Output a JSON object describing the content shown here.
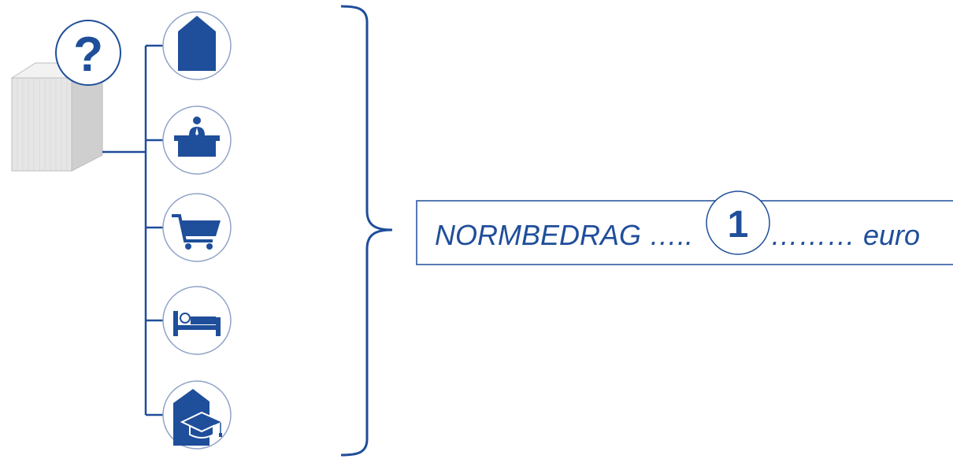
{
  "colors": {
    "primary": "#1F4E9A",
    "circle_border": "#8FA3C8",
    "building_front": "#E6E6E6",
    "building_side": "#C8C8C8",
    "building_top": "#F2F2F2",
    "connector": "#1F4E9A"
  },
  "building": {
    "icon": "building-icon",
    "badge_icon": "question-mark-icon",
    "badge_text": "?"
  },
  "categories": [
    {
      "name": "category-housing",
      "icon": "house-icon"
    },
    {
      "name": "category-work",
      "icon": "office-desk-icon"
    },
    {
      "name": "category-shopping",
      "icon": "shopping-cart-icon"
    },
    {
      "name": "category-sleep",
      "icon": "bed-icon"
    },
    {
      "name": "category-education",
      "icon": "house-graduation-cap-icon"
    }
  ],
  "result_box": {
    "label_before": "NORMBEDRAG …..",
    "number": "1",
    "label_after": "……… euro"
  }
}
